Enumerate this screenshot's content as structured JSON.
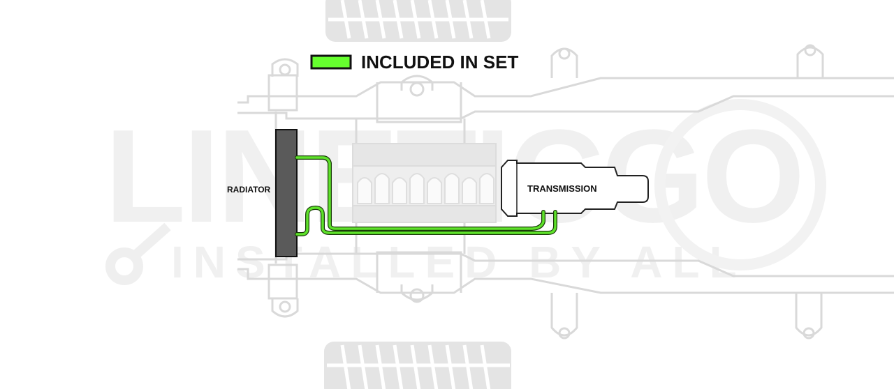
{
  "legend": {
    "label": "INCLUDED IN SET",
    "swatch_color": "#66ff2e",
    "swatch_border": "#111111"
  },
  "labels": {
    "radiator": "RADIATOR",
    "transmission": "TRANSMISSION"
  },
  "watermark": {
    "brand": "LINETICGO",
    "tagline": "INSTALLED BY ALL"
  },
  "colors": {
    "frame_outline": "#d9d9d9",
    "engine_fill": "#e6e6e6",
    "radiator_fill": "#5a5a5a",
    "line_green": "#5ee22a",
    "line_dark": "#1a3a0a",
    "tire_fill": "#e3e3e3",
    "watermark": "#efefef"
  }
}
